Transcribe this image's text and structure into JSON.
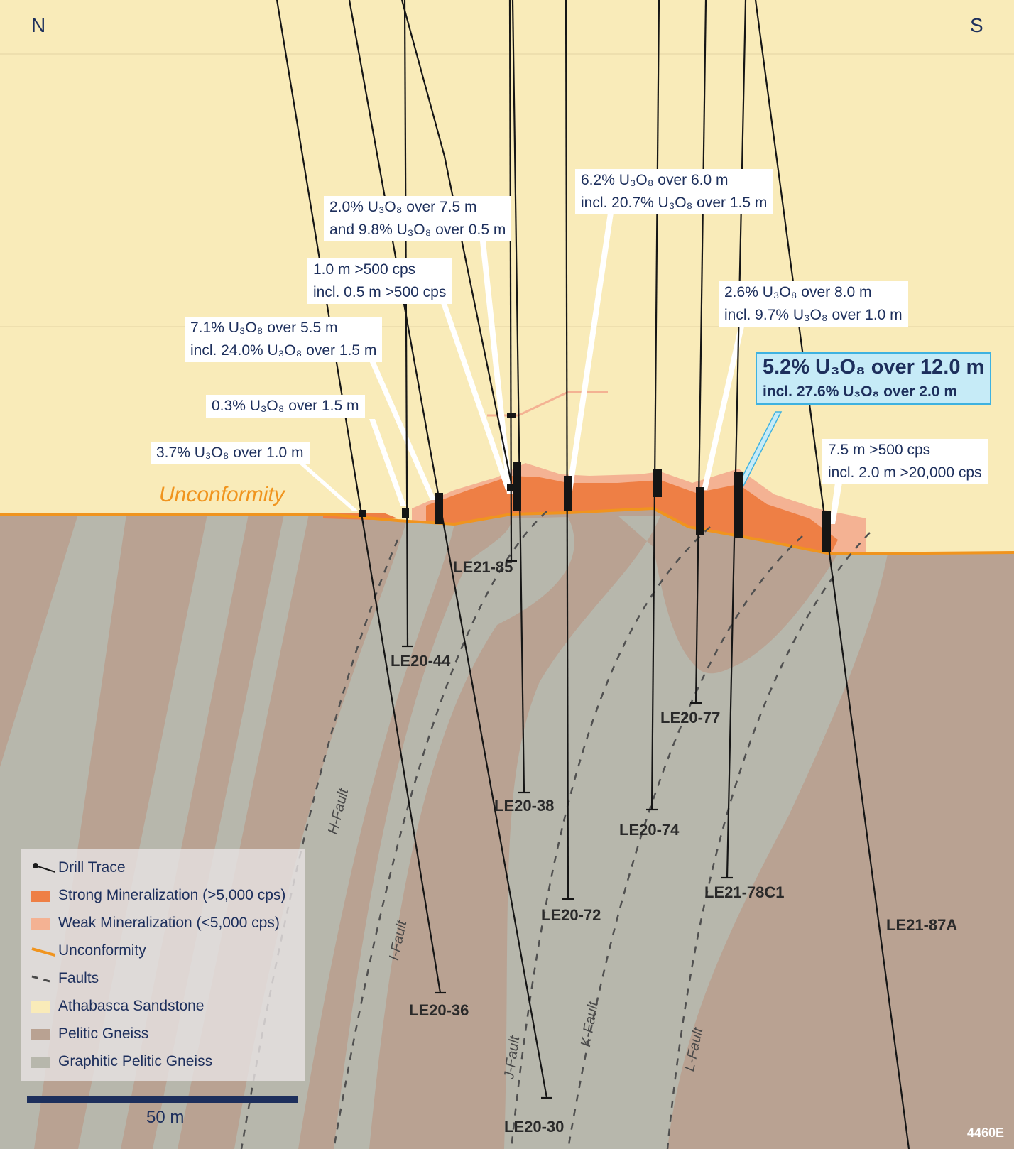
{
  "orientation": {
    "left": "N",
    "right": "S"
  },
  "unconformity_label": "Unconformity",
  "callouts": [
    {
      "id": "c1",
      "lines": [
        "2.0% U₃O₈ over 7.5 m",
        "and 9.8% U₃O₈ over 0.5 m"
      ]
    },
    {
      "id": "c2",
      "lines": [
        "6.2% U₃O₈ over 6.0 m",
        "incl. 20.7% U₃O₈ over 1.5 m"
      ]
    },
    {
      "id": "c3",
      "lines": [
        "1.0 m >500 cps",
        "incl. 0.5 m >500 cps"
      ]
    },
    {
      "id": "c4",
      "lines": [
        "2.6% U₃O₈ over 8.0 m",
        "incl. 9.7% U₃O₈ over 1.0 m"
      ]
    },
    {
      "id": "c5",
      "lines": [
        "7.1% U₃O₈ over 5.5 m",
        "incl. 24.0% U₃O₈ over 1.5 m"
      ]
    },
    {
      "id": "c6",
      "lines": [
        "5.2% U₃O₈ over 12.0 m",
        "incl. 27.6% U₃O₈ over 2.0 m"
      ],
      "highlight": true
    },
    {
      "id": "c7",
      "lines": [
        "0.3% U₃O₈ over 1.5 m"
      ]
    },
    {
      "id": "c8",
      "lines": [
        "7.5 m >500 cps",
        "incl. 2.0 m >20,000 cps"
      ]
    },
    {
      "id": "c9",
      "lines": [
        "3.7% U₃O₈ over 1.0 m"
      ]
    }
  ],
  "drill_holes": [
    "LE21-85",
    "LE20-44",
    "LE20-77",
    "LE20-38",
    "LE20-74",
    "LE21-78C1",
    "LE20-72",
    "LE21-87A",
    "LE20-36",
    "LE20-30"
  ],
  "faults": [
    "H-Fault",
    "I-Fault",
    "J-Fault",
    "K-Fault",
    "L-Fault"
  ],
  "legend": [
    {
      "key": "drill",
      "label": "Drill Trace",
      "color": "#1a1a1a"
    },
    {
      "key": "strong",
      "label": "Strong Mineralization (>5,000 cps)",
      "color": "#ee7f45"
    },
    {
      "key": "weak",
      "label": "Weak Mineralization (<5,000 cps)",
      "color": "#f4b293"
    },
    {
      "key": "unconformity",
      "label": "Unconformity",
      "color": "#f0941e"
    },
    {
      "key": "faults",
      "label": "Faults",
      "color": "#4a4a4a"
    },
    {
      "key": "sandstone",
      "label": "Athabasca Sandstone",
      "color": "#f9ebb9"
    },
    {
      "key": "pelitic",
      "label": "Pelitic Gneiss",
      "color": "#b9a292"
    },
    {
      "key": "graphitic",
      "label": "Graphitic Pelitic Gneiss",
      "color": "#b7b7ac"
    }
  ],
  "scale": {
    "label": "50 m"
  },
  "figure_id": "4460E"
}
